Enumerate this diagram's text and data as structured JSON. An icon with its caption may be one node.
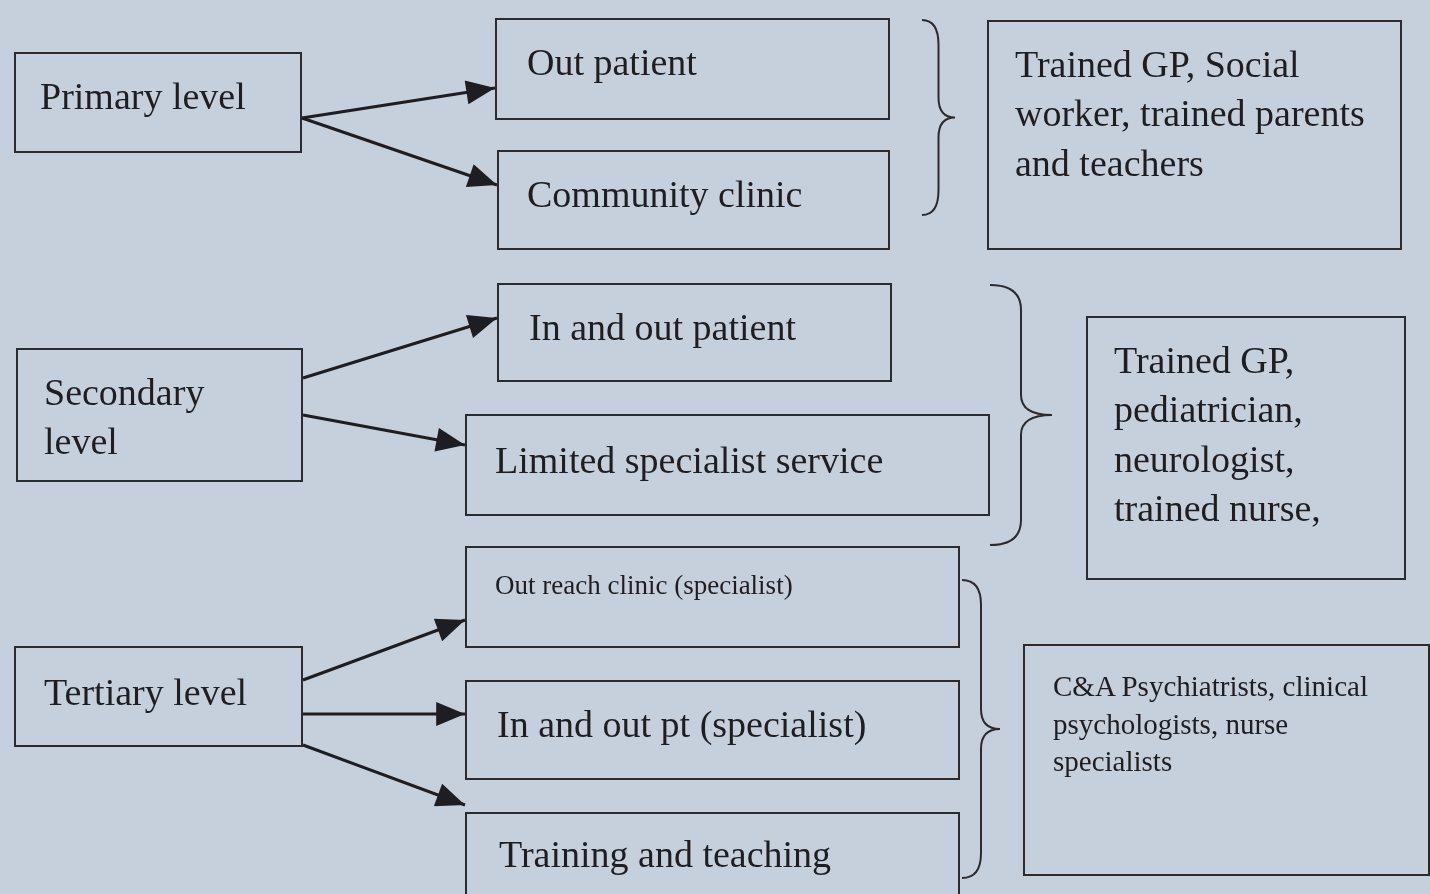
{
  "diagram": {
    "nodes": [
      {
        "text": [
          "Primary level"
        ]
      },
      {
        "text": [
          "Out patient"
        ]
      },
      {
        "text": [
          "Community clinic"
        ]
      },
      {
        "text": [
          "Trained GP, Social worker, trained parents and teachers"
        ]
      },
      {
        "text": [
          "Secondary level"
        ]
      },
      {
        "text": [
          "In and out patient"
        ]
      },
      {
        "text": [
          "Limited specialist service"
        ]
      },
      {
        "text": [
          "Trained GP, pediatrician, neurologist, trained nurse,"
        ]
      },
      {
        "text": [
          "Tertiary level"
        ]
      },
      {
        "text": [
          "Out reach clinic (specialist)"
        ]
      },
      {
        "text": [
          "In and out pt (specialist)"
        ]
      },
      {
        "text": [
          "Training and teaching"
        ]
      },
      {
        "text": [
          "C&A Psychiatrists, clinical psychologists, nurse specialists"
        ]
      }
    ],
    "edges": [
      {
        "from": 0,
        "to": 1,
        "arrow": "to"
      },
      {
        "from": 0,
        "to": 2,
        "arrow": "to"
      },
      {
        "from": 4,
        "to": 5,
        "arrow": "to"
      },
      {
        "from": 4,
        "to": 6,
        "arrow": "to"
      },
      {
        "from": 8,
        "to": 9,
        "arrow": "to"
      },
      {
        "from": 8,
        "to": 10,
        "arrow": "to"
      },
      {
        "from": 8,
        "to": 11,
        "arrow": "to"
      }
    ]
  }
}
